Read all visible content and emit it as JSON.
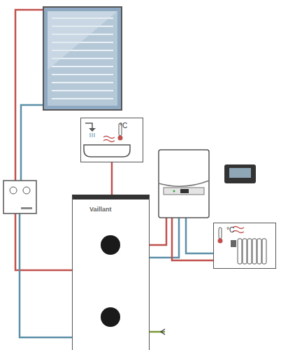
{
  "diagram": {
    "nodes": [
      {
        "text": [
          "°C"
        ]
      },
      {
        "text": [
          "Vaillant"
        ]
      },
      {
        "text": [
          "°C"
        ]
      }
    ],
    "edges": [
      {
        "from": 1,
        "to": 0,
        "arrow": "none"
      }
    ]
  }
}
